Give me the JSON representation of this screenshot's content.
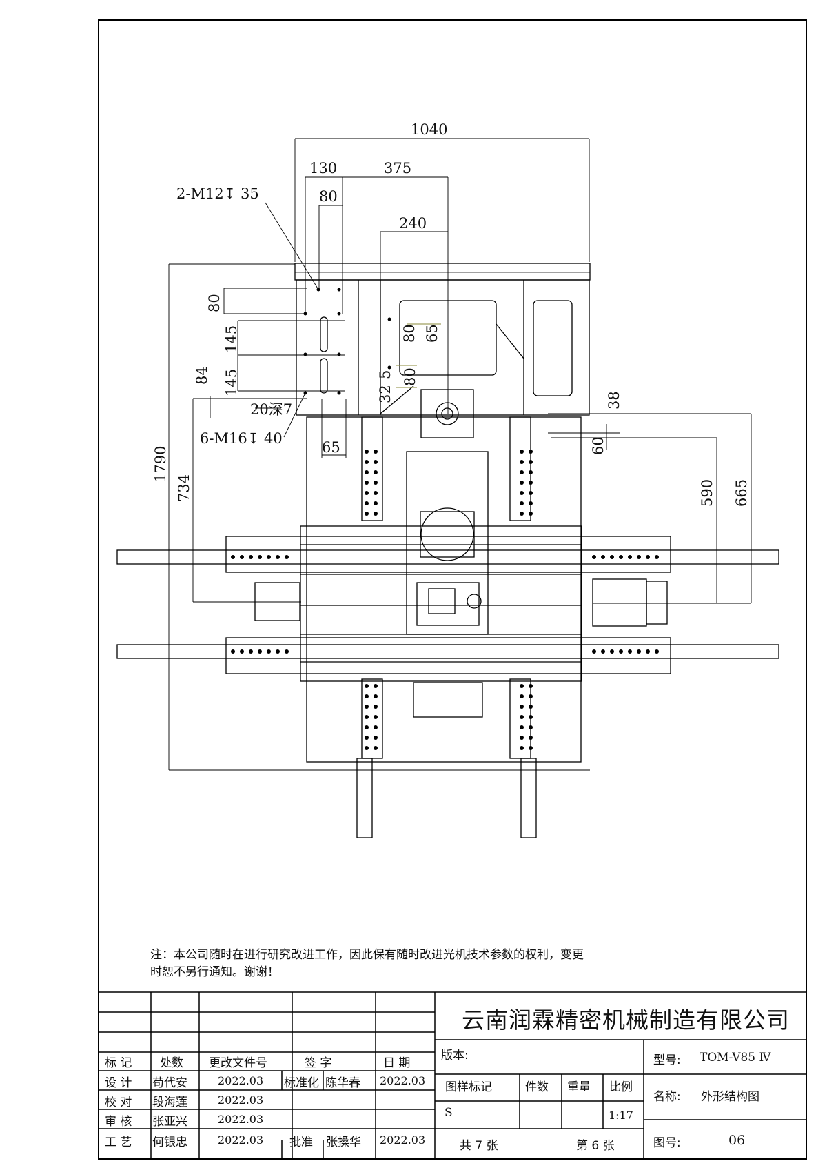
{
  "drawing": {
    "dimensions": {
      "d1040": "1040",
      "d130": "130",
      "d375": "375",
      "d80_top": "80",
      "d240": "240",
      "d80_left": "80",
      "d145_a": "145",
      "d145_b": "145",
      "d84": "84",
      "d80_mid_a": "80",
      "d65_mid": "65",
      "d80_mid_b": "80",
      "d5": "5",
      "d32": "32",
      "d38": "38",
      "d60": "60",
      "d590": "590",
      "d665": "665",
      "d1790": "1790",
      "d734": "734",
      "d65_bottom": "65"
    },
    "callouts": {
      "m12": "2-M12↧ 35",
      "slot": "20深7",
      "m16": "6-M16↧ 40"
    }
  },
  "note": {
    "line1": "注：本公司随时在进行研究改进工作，因此保有随时改进光机技术参数的权利，变更",
    "line2": "时恕不另行通知。谢谢！"
  },
  "title_block": {
    "company": "云南润霖精密机械制造有限公司",
    "headers": {
      "mark": "标 记",
      "count": "处数",
      "change_doc": "更改文件号",
      "sign": "签 字",
      "date": "日 期"
    },
    "version_label": "版本:",
    "rows": {
      "design": {
        "role": "设 计",
        "name": "苟代安",
        "date": "2022.03"
      },
      "check": {
        "role": "校 对",
        "name": "段海莲",
        "date": "2022.03"
      },
      "review": {
        "role": "审 核",
        "name": "张亚兴",
        "date": "2022.03"
      },
      "process": {
        "role": "工 艺",
        "name": "何银忠",
        "date": "2022.03"
      }
    },
    "standard": {
      "label": "标准化",
      "name": "陈华春",
      "date": "2022.03"
    },
    "approve": {
      "label": "批准",
      "name": "张搡华",
      "date": "2022.03"
    },
    "sample": {
      "mark_label": "图样标记",
      "pieces_label": "件数",
      "weight_label": "重量",
      "scale_label": "比例",
      "mark_value": "S",
      "scale_value": "1:17"
    },
    "sheets": {
      "total": "共 7 张",
      "current": "第 6 张"
    },
    "model": {
      "label": "型号:",
      "value": "TOM-V85 Ⅳ"
    },
    "name": {
      "label": "名称:",
      "value": "外形结构图"
    },
    "drawing_no": {
      "label": "图号:",
      "value": "06"
    }
  }
}
